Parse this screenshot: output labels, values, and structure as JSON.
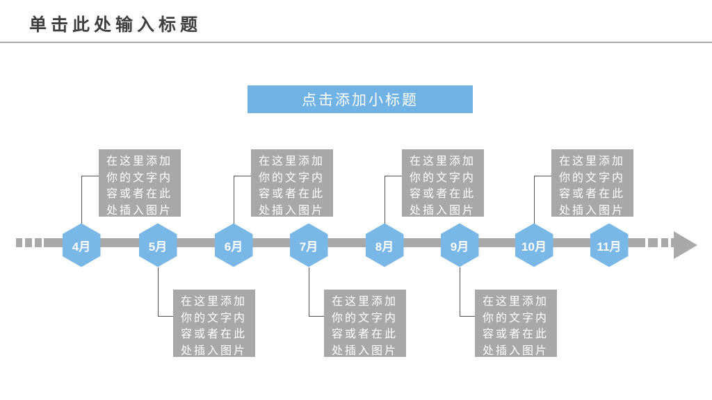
{
  "header": {
    "title": "单击此处输入标题"
  },
  "subtitle": {
    "label": "点击添加小标题"
  },
  "timeline": {
    "box_full_text": "在这里添加你的文字内容或者在此处插入图片",
    "box_lines": [
      "在这里添加",
      "你的文字内",
      "容或者在此",
      "处插入图片"
    ],
    "items": [
      {
        "label": "4月",
        "box": "top"
      },
      {
        "label": "5月",
        "box": "bottom"
      },
      {
        "label": "6月",
        "box": "top"
      },
      {
        "label": "7月",
        "box": "bottom"
      },
      {
        "label": "8月",
        "box": "top"
      },
      {
        "label": "9月",
        "box": "bottom"
      },
      {
        "label": "10月",
        "box": "top"
      },
      {
        "label": "11月",
        "box": "none"
      }
    ]
  },
  "colors": {
    "accent_blue": "#6FB2E3",
    "hexagon_blue": "#78B7E6",
    "placeholder_gray": "#A8A8A8",
    "timeline_gray": "#A9A9A9",
    "connector_gray": "#4D4D4D",
    "divider_gray": "#A6A6A6",
    "title_text": "#3F3F3F",
    "white_text": "#FFFFFF"
  }
}
